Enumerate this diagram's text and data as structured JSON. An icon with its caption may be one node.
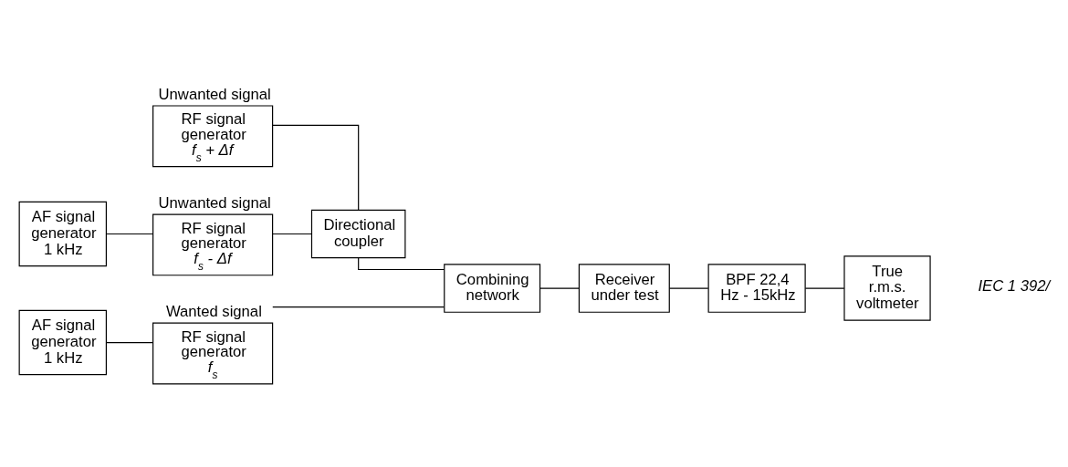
{
  "diagram": {
    "nodes": [
      {
        "text": [
          "RF signal generator",
          "f$_{s}$ + Δf"
        ],
        "beside": [
          "Unwanted signal"
        ]
      },
      {
        "text": [
          "Directional coupler"
        ]
      },
      {
        "text": [
          "AF signal generator 1 kHz"
        ]
      },
      {
        "text": [
          "RF signal generator",
          "f$_{s}$ - Δf"
        ],
        "beside": [
          "Unwanted signal"
        ]
      },
      {
        "text": [
          "Combining network"
        ]
      },
      {
        "text": [
          "Receiver under test"
        ]
      },
      {
        "text": [
          "BPF 22,4 Hz - 15kHz"
        ]
      },
      {
        "text": [
          "True r.m.s. voltmeter"
        ]
      },
      {
        "text": [
          "AF signal generator 1 kHz"
        ]
      },
      {
        "text": [
          "RF signal generator",
          "f$_{s}$"
        ],
        "beside": [
          "Wanted signal"
        ]
      }
    ],
    "edges": [
      {
        "from": 0,
        "to": 1,
        "arrow": "none"
      },
      {
        "from": 3,
        "to": 1,
        "arrow": "none"
      },
      {
        "from": 2,
        "to": 3,
        "arrow": "none"
      },
      {
        "from": 1,
        "to": 4,
        "arrow": "none"
      },
      {
        "from": 4,
        "to": 5,
        "arrow": "none"
      },
      {
        "from": 5,
        "to": 6,
        "arrow": "none"
      },
      {
        "from": 6,
        "to": 7,
        "arrow": "none"
      },
      {
        "from": 8,
        "to": 9,
        "arrow": "none"
      },
      {
        "from": 9,
        "to": 4,
        "arrow": "none"
      }
    ],
    "labels": [
      "IEC 1 392/"
    ]
  }
}
